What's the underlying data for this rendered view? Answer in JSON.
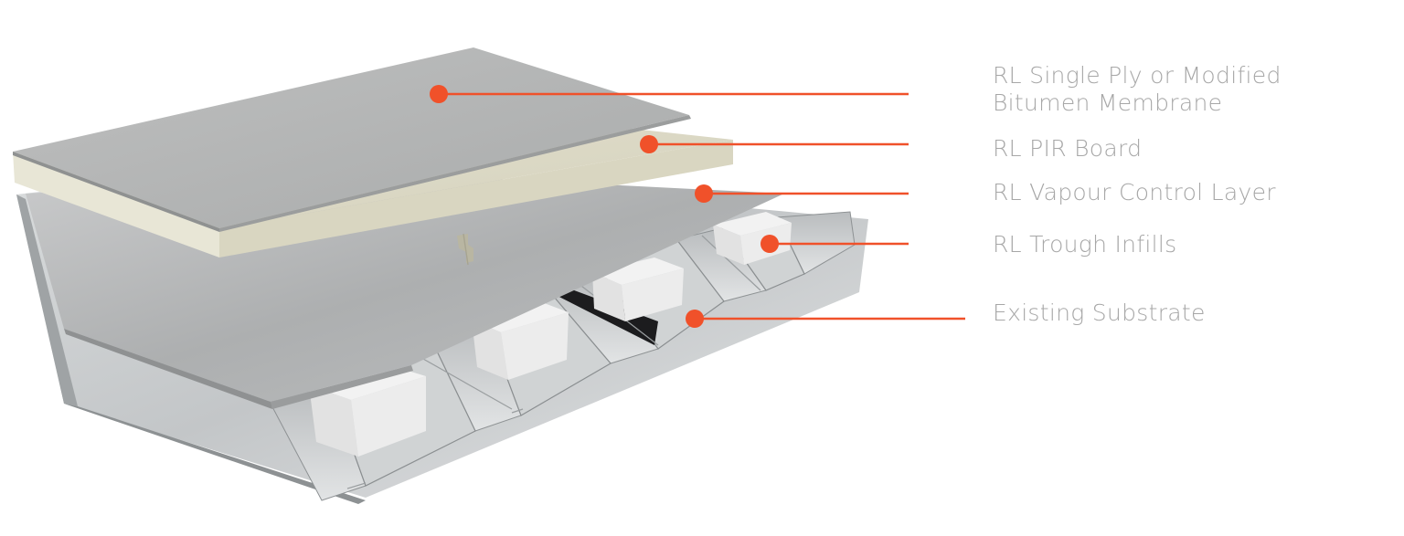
{
  "accent_color": "#f0512a",
  "layers": [
    {
      "id": "membrane",
      "label_lines": [
        "RL Single Ply or Modified",
        "Bitumen Membrane"
      ]
    },
    {
      "id": "pir-board",
      "label_lines": [
        "RL PIR Board"
      ]
    },
    {
      "id": "vapour-control-layer",
      "label_lines": [
        "RL Vapour Control Layer"
      ]
    },
    {
      "id": "trough-infills",
      "label_lines": [
        "RL Trough Infills"
      ]
    },
    {
      "id": "existing-substrate",
      "label_lines": [
        "Existing Substrate"
      ]
    }
  ]
}
